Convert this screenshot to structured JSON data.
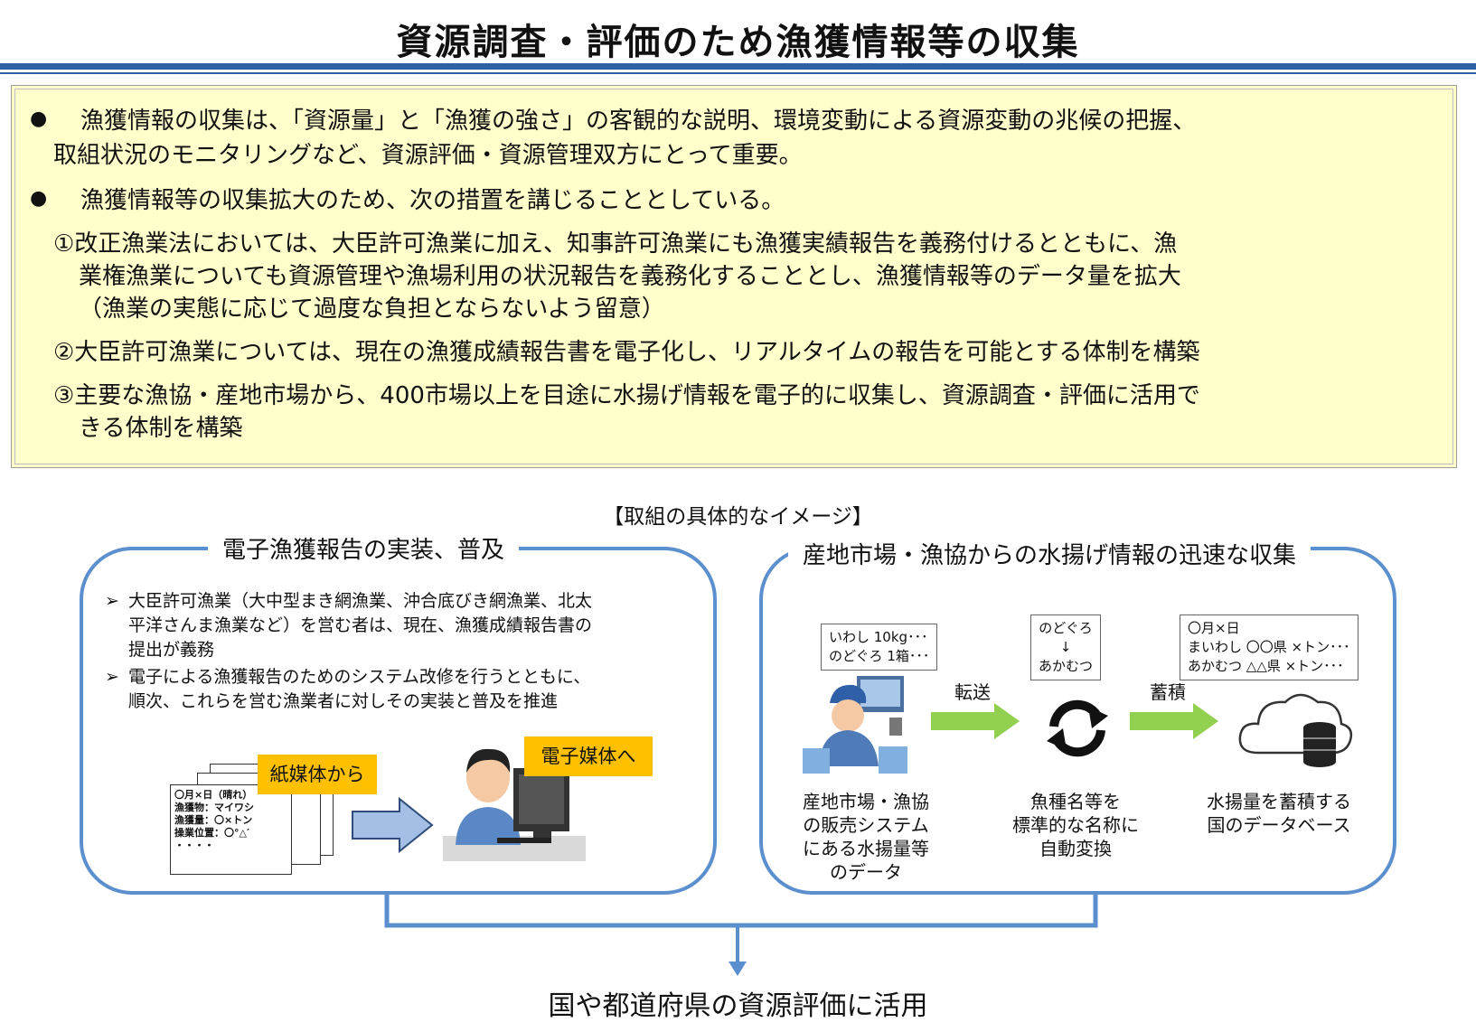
{
  "title": "資源調査・評価のため漁獲情報等の収集",
  "summary": {
    "bullet": "●",
    "p1_line1": "漁獲情報の収集は、「資源量」と「漁獲の強さ」の客観的な説明、環境変動による資源変動の兆候の把握、",
    "p1_line2": "取組状況のモニタリングなど、資源評価・資源管理双方にとって重要。",
    "p2": "漁獲情報等の収集拡大のため、次の措置を講じることとしている。",
    "m1_line1": "①改正漁業法においては、大臣許可漁業に加え、知事許可漁業にも漁獲実績報告を義務付けるとともに、漁",
    "m1_line2": "業権漁業についても資源管理や漁場利用の状況報告を義務化することとし、漁獲情報等のデータ量を拡大",
    "m1_line3": "（漁業の実態に応じて過度な負担とならないよう留意）",
    "m2": "②大臣許可漁業については、現在の漁獲成績報告書を電子化し、リアルタイムの報告を可能とする体制を構築",
    "m3_line1": "③主要な漁協・産地市場から、400市場以上を目途に水揚げ情報を電子的に収集し、資源調査・評価に活用で",
    "m3_line2": "きる体制を構築"
  },
  "image_section_title": "【取組の具体的なイメージ】",
  "left_panel": {
    "title": "電子漁獲報告の実装、普及",
    "arrow_glyph": "➢",
    "b1_line1": "大臣許可漁業（大中型まき網漁業、沖合底びき網漁業、北太",
    "b1_line2": "平洋さんま漁業など）を営む者は、現在、漁獲成績報告書の",
    "b1_line3": "提出が義務",
    "b2_line1": "電子による漁獲報告のためのシステム改修を行うとともに、",
    "b2_line2": "順次、これらを営む漁業者に対しその実装と普及を推進",
    "paper_tag": "紙媒体から",
    "digital_tag": "電子媒体へ",
    "paper_lines": [
      "〇月×日（晴れ）",
      "漁獲物：マイワシ",
      "漁獲量：〇×トン",
      "操業位置：〇°△′",
      "・・・・"
    ]
  },
  "right_panel": {
    "title": "産地市場・漁協からの水揚げ情報の迅速な収集",
    "bubble1": [
      "いわし 10kg･･･",
      "のどぐろ 1箱･･･"
    ],
    "bubble2": [
      "のどぐろ",
      "↓",
      "あかむつ"
    ],
    "bubble3": [
      "〇月×日",
      "まいわし 〇〇県 ×トン･･･",
      "あかむつ △△県 ×トン･･･"
    ],
    "arrow1_label": "転送",
    "arrow2_label": "蓄積",
    "cap1": [
      "産地市場・漁協",
      "の販売システム",
      "にある水揚量等",
      "のデータ"
    ],
    "cap2": [
      "魚種名等を",
      "標準的な名称に",
      "自動変換"
    ],
    "cap3": [
      "水揚量を蓄積する",
      "国のデータベース"
    ]
  },
  "final_text": "国や都道府県の資源評価に活用",
  "colors": {
    "blue_rule": "#2f5fa6",
    "panel_border": "#5b8fce",
    "summary_bg": "#ffffcc",
    "tag": "#ffc000",
    "green_arrow": "#92d050"
  }
}
